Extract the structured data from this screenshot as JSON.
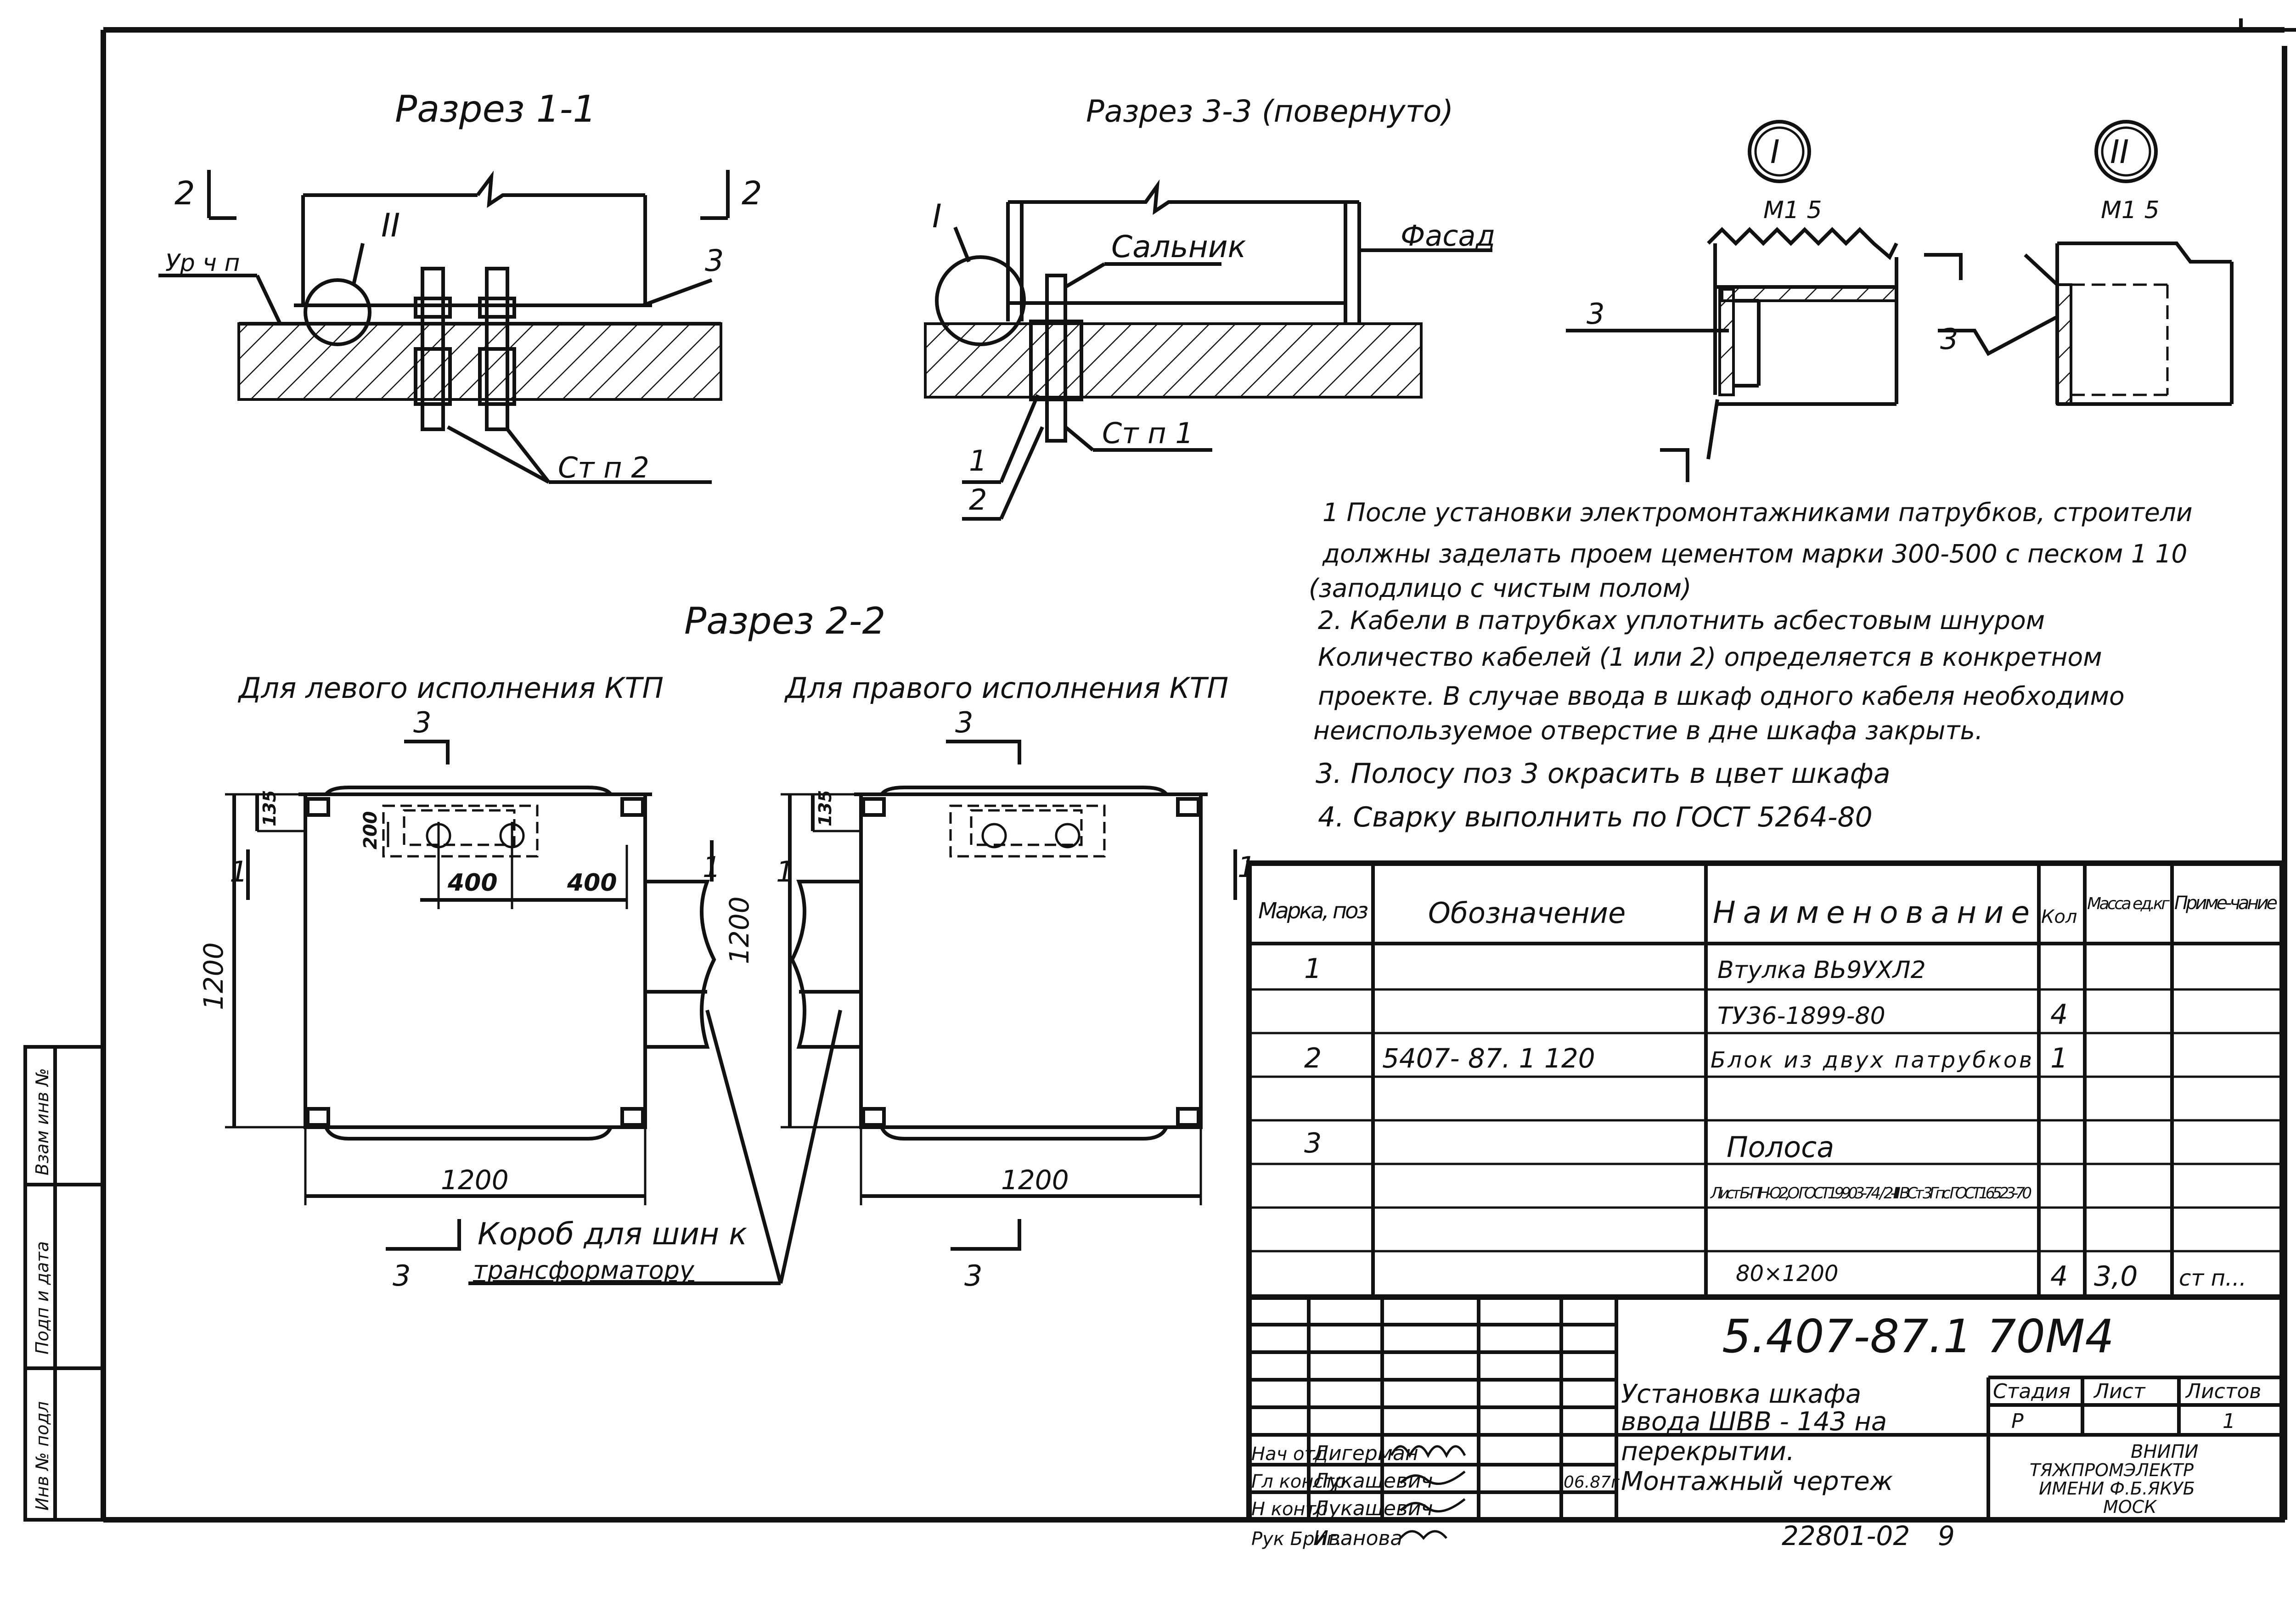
{
  "sections": {
    "s11": {
      "title": "Разрез 1-1",
      "mark2_left": "2",
      "mark2_right": "2",
      "floor_label": "Ур ч п",
      "pos3": "3",
      "node2": "II",
      "stud": "Ст п 2"
    },
    "s33": {
      "title": "Разрез 3-3 (повернуто)",
      "node1": "I",
      "gland": "Сальник",
      "facade": "Фасад",
      "stud": "Ст п 1",
      "pos1": "1",
      "pos2": "2"
    },
    "s22": {
      "title": "Разрез 2-2",
      "left_caption": "Для левого исполнения КТП",
      "right_caption": "Для правого исполнения КТП",
      "dim_135": "135",
      "dim_200": "200",
      "dim_400a": "400",
      "dim_400b": "400",
      "dim_1200_v_left": "1200",
      "dim_1200_v_right": "1200",
      "dim_1200_h_left": "1200",
      "dim_1200_h_right": "1200",
      "cut3": "3",
      "cut1": "1",
      "bus_box": "Короб для шин к",
      "bus_box2": "трансформатору"
    }
  },
  "nodes": {
    "node1": {
      "label": "I",
      "scale": "М1 5",
      "pos": "3"
    },
    "node2": {
      "label": "II",
      "scale": "М1 5",
      "pos": "3"
    }
  },
  "notes": [
    "1 После установки электромонтажниками патрубков, строители",
    "должны заделать проем цементом марки 300-500 с песком 1 10",
    "(заподлицо с чистым полом)",
    "2. Кабели в патрубках уплотнить асбестовым шнуром",
    "Количество кабелей (1 или 2) определяется в конкретном",
    "проекте. В случае ввода в шкаф одного кабеля необходимо",
    "неиспользуемое отверстие в дне шкафа закрыть.",
    "3. Полосу поз 3 окрасить в цвет шкафа",
    "4. Сварку выполнить по ГОСТ 5264-80"
  ],
  "spec_table": {
    "headers": [
      "Марка, поз",
      "Обозначение",
      "Наименование",
      "Кол",
      "Масса ед.кг",
      "Приме-чание"
    ],
    "rows": [
      [
        "1",
        "",
        "Втулка ВЬ9УХЛ2",
        "",
        "",
        ""
      ],
      [
        "",
        "",
        "ТУ36-1899-80",
        "4",
        "",
        ""
      ],
      [
        "2",
        "5407- 87. 1 120",
        "Блок из двух патрубков",
        "1",
        "",
        ""
      ],
      [
        "",
        "",
        "",
        "",
        "",
        ""
      ],
      [
        "3",
        "",
        "Полоса",
        "",
        "",
        ""
      ],
      [
        "",
        "",
        "Лист Б-ПН-О2,О ГОСТ19903-74 / 2-III ВСт 3Гпс ГОСТ16523-70",
        "",
        "",
        ""
      ],
      [
        "",
        "",
        "80×1200",
        "4",
        "3,0",
        "ст п..."
      ]
    ]
  },
  "title_block": {
    "code": "5.407-87.1 70М4",
    "name_line1": "Установка шкафа",
    "name_line2": "ввода ШВВ - 143 на",
    "name_line3": "перекрытии.",
    "name_line4": "Монтажный чертеж",
    "stage_h": "Стадия",
    "sheet_h": "Лист",
    "sheets_h": "Листов",
    "stage": "Р",
    "sheets": "1",
    "org1": "ВНИПИ",
    "org2": "ТЯЖПРОМЭЛЕКТР",
    "org3": "ИМЕНИ Ф.Б.ЯКУБ",
    "org4": "МОСК",
    "roles": [
      "Нач отд",
      "Гл констр",
      "Н контр",
      "Рук Бриг."
    ],
    "names": [
      "Лигерман",
      "Лукашевич",
      "Лукашевич",
      "Иванова"
    ],
    "date": "06.87г",
    "archive": "22801-02",
    "page": "9"
  },
  "side_stamp": {
    "a": "Взам инв №",
    "b": "Подп и дата",
    "c": "Инв № подл"
  }
}
